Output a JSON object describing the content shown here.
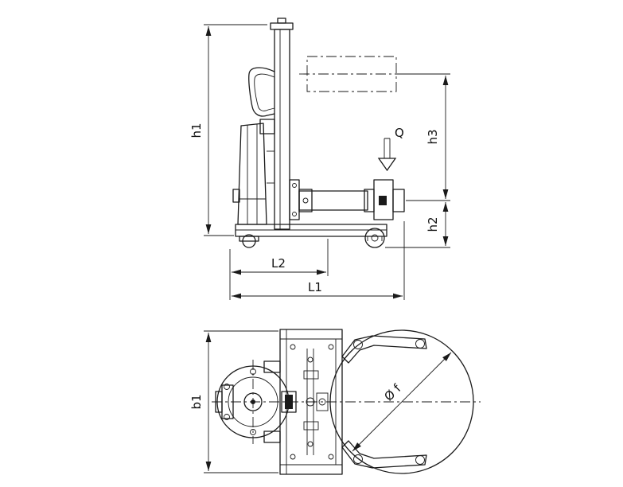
{
  "page": {
    "background": "#ffffff",
    "line_color": "#1a1a1a"
  },
  "drawing": {
    "type": "technical-drawing",
    "side_view": {
      "labels": {
        "h1": "h1",
        "h3": "h3",
        "h2": "h2",
        "L2": "L2",
        "L1": "L1",
        "Q": "Q"
      }
    },
    "top_view": {
      "labels": {
        "b1": "b1",
        "phi_f": "Ø f"
      }
    }
  }
}
